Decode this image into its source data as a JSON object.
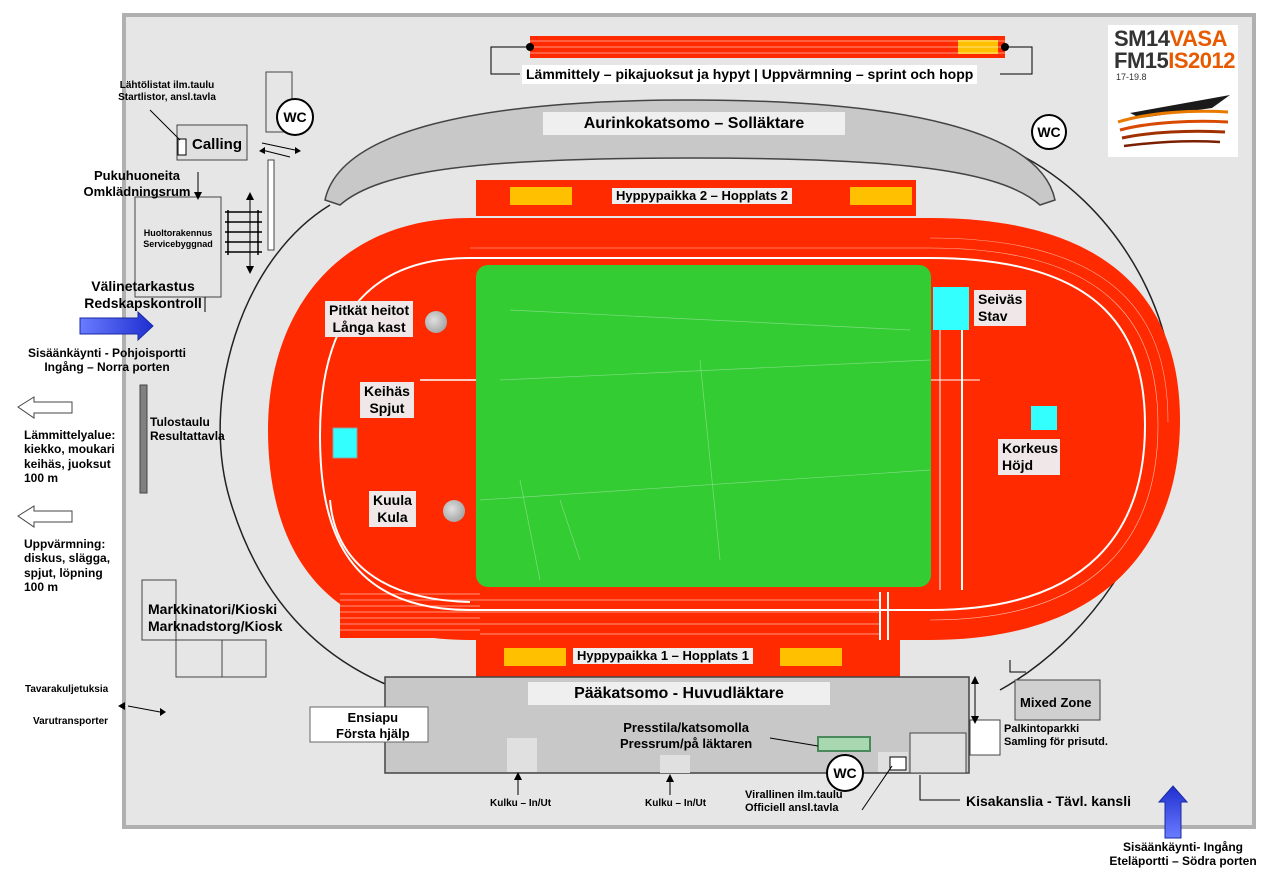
{
  "logo": {
    "line1_a": "SM14",
    "line1_b": "VASA",
    "line2_a": "FM15",
    "line2_b": "IS2012",
    "dates": "17-19.8"
  },
  "warmup_track_label": "Lämmittely – pikajuoksut  ja hypyt | Uppvärmning – sprint och hopp",
  "sun_stand": "Aurinkokatsomo – Solläktare",
  "jump2": "Hyppypaikka 2 – Hopplats 2",
  "jump1": "Hyppypaikka 1 – Hopplats 1",
  "main_stand": "Pääkatsomo - Huvudläktare",
  "wc": "WC",
  "startlists": {
    "fi": "Lähtölistat ilm.taulu",
    "sv": "Startlistor, ansl.tavla"
  },
  "calling": "Calling",
  "dressing": {
    "fi": "Pukuhuoneita",
    "sv": "Omklädningsrum"
  },
  "service": {
    "fi": "Huoltorakennus",
    "sv": "Servicebyggnad"
  },
  "equipment": {
    "fi": "Välinetarkastus",
    "sv": "Redskapskontroll"
  },
  "north_entry": {
    "fi": "Sisäänkäynti - Pohjoisportti",
    "sv": "Ingång – Norra porten"
  },
  "scoreboard": {
    "fi": "Tulostaulu",
    "sv": "Resultattavla"
  },
  "warmup_fi": {
    "l1": "Lämmittelyalue:",
    "l2": "kiekko, moukari",
    "l3": "keihäs, juoksut",
    "l4": "100 m"
  },
  "warmup_sv": {
    "l1": "Uppvärmning:",
    "l2": "diskus, slägga,",
    "l3": "spjut, löpning",
    "l4": "100 m"
  },
  "market": {
    "fi": "Markkinatori/Kioski",
    "sv": "Marknadstorg/Kiosk"
  },
  "goods": {
    "fi": "Tavarakuljetuksia",
    "sv": "Varutransporter"
  },
  "throws": {
    "fi": "Pitkät heitot",
    "sv": "Långa kast"
  },
  "javelin": {
    "fi": "Keihäs",
    "sv": "Spjut"
  },
  "shot": {
    "fi": "Kuula",
    "sv": "Kula"
  },
  "pole": {
    "fi": "Seiväs",
    "sv": "Stav"
  },
  "high": {
    "fi": "Korkeus",
    "sv": "Höjd"
  },
  "first_aid": {
    "fi": "Ensiapu",
    "sv": "Första hjälp"
  },
  "press": {
    "fi": "Presstila/katsomolla",
    "sv": "Pressrum/på läktaren"
  },
  "mixed_zone": "Mixed Zone",
  "medals": {
    "fi": "Palkintoparkki",
    "sv": "Samling för prisutd."
  },
  "official_board": {
    "fi": "Virallinen ilm.taulu",
    "sv": "Officiell ansl.tavla"
  },
  "office": "Kisakanslia - Tävl. kansli",
  "in_out": "Kulku – In/Ut",
  "south_entry": {
    "fi": "Sisäänkäynti- Ingång",
    "sv": "Eteläportti – Södra porten"
  },
  "colors": {
    "track": "#ff2a00",
    "field": "#33cc33",
    "ground": "#e6e6e6",
    "cyan": "#33ffff",
    "yellow": "#ffc000",
    "arrow_blue": "#1f3fd8"
  }
}
